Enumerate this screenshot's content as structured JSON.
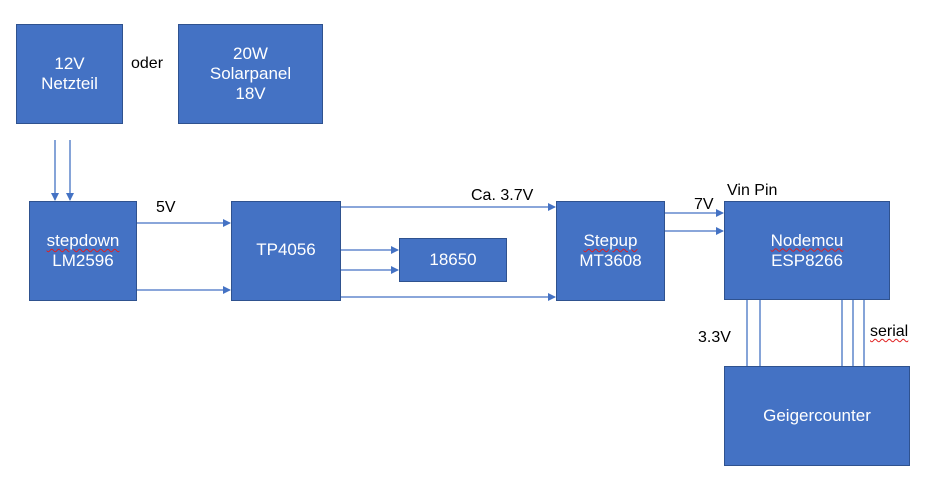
{
  "colors": {
    "box_fill": "#4472C4",
    "box_border": "#2F528F",
    "wire": "#4472C4",
    "text_on_box": "#ffffff",
    "spell_underline": "#e02020"
  },
  "boxes": {
    "psu": {
      "line1": "12V",
      "line2": "Netzteil"
    },
    "solar": {
      "line1": "20W",
      "line2": "Solarpanel",
      "line3": "18V"
    },
    "stepdown": {
      "line1": "stepdown",
      "line2": "LM2596"
    },
    "tp4056": {
      "line1": "TP4056"
    },
    "battery": {
      "line1": "18650"
    },
    "stepup": {
      "line1": "Stepup",
      "line2": "MT3608"
    },
    "nodemcu": {
      "line1": "Nodemcu",
      "line2": "ESP8266"
    },
    "geiger": {
      "line1": "Geigercounter"
    }
  },
  "labels": {
    "oder": "oder",
    "five_v": "5V",
    "ca_3_7v": "Ca. 3.7V",
    "seven_v": "7V",
    "vin_pin": "Vin Pin",
    "three_three_v": "3.3V",
    "serial": "serial"
  }
}
